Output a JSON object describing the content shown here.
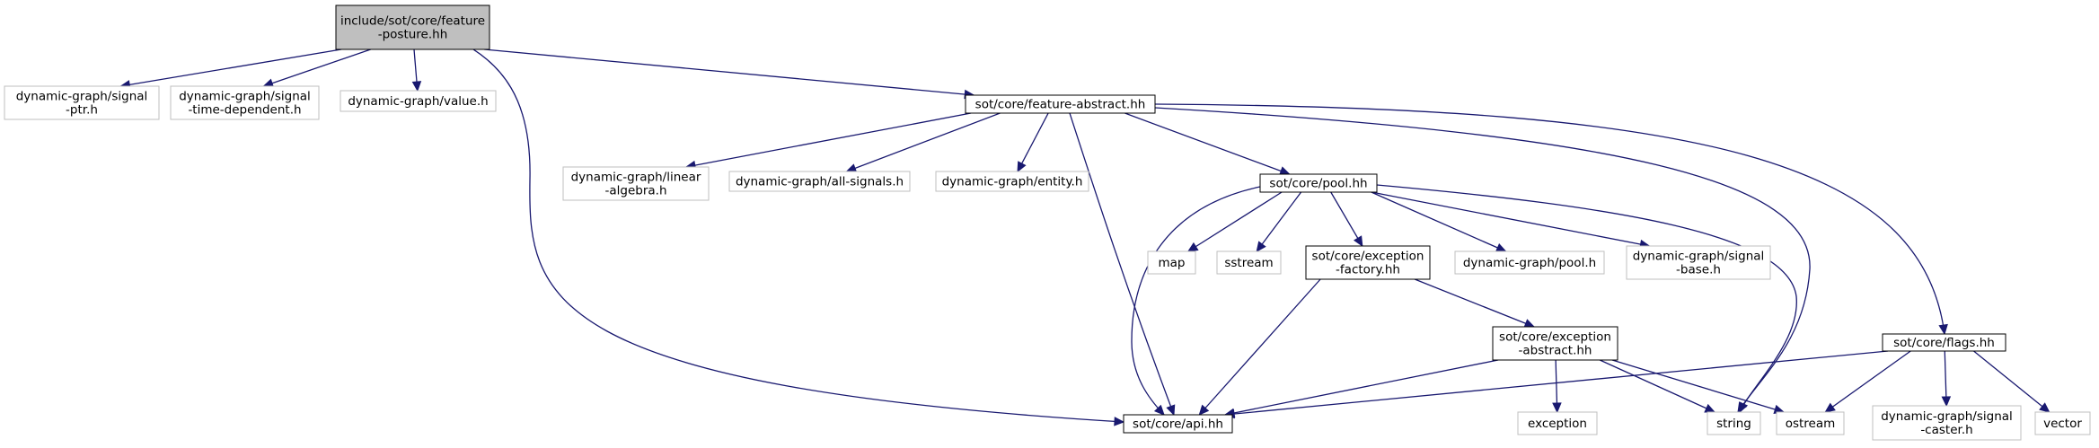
{
  "diagram": {
    "type": "include-dependency-graph",
    "colors": {
      "edge": "#191970",
      "root_fill": "#bfbfbf",
      "local_border": "#000000",
      "external_border": "#bfbfbf"
    },
    "nodes": [
      {
        "id": "posture",
        "lines": [
          "include/sot/core/feature",
          "-posture.hh"
        ],
        "kind": "root"
      },
      {
        "id": "signal_ptr",
        "lines": [
          "dynamic-graph/signal",
          "-ptr.h"
        ],
        "kind": "ext"
      },
      {
        "id": "signal_td",
        "lines": [
          "dynamic-graph/signal",
          "-time-dependent.h"
        ],
        "kind": "ext"
      },
      {
        "id": "value",
        "lines": [
          "dynamic-graph/value.h"
        ],
        "kind": "ext"
      },
      {
        "id": "feat_abs",
        "lines": [
          "sot/core/feature-abstract.hh"
        ],
        "kind": "local"
      },
      {
        "id": "linalg",
        "lines": [
          "dynamic-graph/linear",
          "-algebra.h"
        ],
        "kind": "ext"
      },
      {
        "id": "allsig",
        "lines": [
          "dynamic-graph/all-signals.h"
        ],
        "kind": "ext"
      },
      {
        "id": "entity",
        "lines": [
          "dynamic-graph/entity.h"
        ],
        "kind": "ext"
      },
      {
        "id": "pool",
        "lines": [
          "sot/core/pool.hh"
        ],
        "kind": "local"
      },
      {
        "id": "map",
        "lines": [
          "map"
        ],
        "kind": "ext"
      },
      {
        "id": "sstream",
        "lines": [
          "sstream"
        ],
        "kind": "ext"
      },
      {
        "id": "exc_factory",
        "lines": [
          "sot/core/exception",
          "-factory.hh"
        ],
        "kind": "local"
      },
      {
        "id": "dg_pool",
        "lines": [
          "dynamic-graph/pool.h"
        ],
        "kind": "ext"
      },
      {
        "id": "signal_base",
        "lines": [
          "dynamic-graph/signal",
          "-base.h"
        ],
        "kind": "ext"
      },
      {
        "id": "exc_abstract",
        "lines": [
          "sot/core/exception",
          "-abstract.hh"
        ],
        "kind": "local"
      },
      {
        "id": "flags",
        "lines": [
          "sot/core/flags.hh"
        ],
        "kind": "local"
      },
      {
        "id": "api",
        "lines": [
          "sot/core/api.hh"
        ],
        "kind": "local"
      },
      {
        "id": "exception",
        "lines": [
          "exception"
        ],
        "kind": "ext"
      },
      {
        "id": "string",
        "lines": [
          "string"
        ],
        "kind": "ext"
      },
      {
        "id": "ostream",
        "lines": [
          "ostream"
        ],
        "kind": "ext"
      },
      {
        "id": "signal_caster",
        "lines": [
          "dynamic-graph/signal",
          "-caster.h"
        ],
        "kind": "ext"
      },
      {
        "id": "vector",
        "lines": [
          "vector"
        ],
        "kind": "ext"
      }
    ],
    "edges": [
      [
        "posture",
        "signal_ptr"
      ],
      [
        "posture",
        "signal_td"
      ],
      [
        "posture",
        "value"
      ],
      [
        "posture",
        "feat_abs"
      ],
      [
        "posture",
        "api"
      ],
      [
        "feat_abs",
        "linalg"
      ],
      [
        "feat_abs",
        "allsig"
      ],
      [
        "feat_abs",
        "entity"
      ],
      [
        "feat_abs",
        "pool"
      ],
      [
        "feat_abs",
        "api"
      ],
      [
        "feat_abs",
        "string"
      ],
      [
        "feat_abs",
        "flags"
      ],
      [
        "pool",
        "api"
      ],
      [
        "pool",
        "map"
      ],
      [
        "pool",
        "sstream"
      ],
      [
        "pool",
        "exc_factory"
      ],
      [
        "pool",
        "dg_pool"
      ],
      [
        "pool",
        "signal_base"
      ],
      [
        "pool",
        "string"
      ],
      [
        "exc_factory",
        "api"
      ],
      [
        "exc_factory",
        "exc_abstract"
      ],
      [
        "exc_abstract",
        "api"
      ],
      [
        "exc_abstract",
        "exception"
      ],
      [
        "exc_abstract",
        "string"
      ],
      [
        "exc_abstract",
        "ostream"
      ],
      [
        "flags",
        "api"
      ],
      [
        "flags",
        "ostream"
      ],
      [
        "flags",
        "signal_caster"
      ],
      [
        "flags",
        "vector"
      ]
    ]
  }
}
